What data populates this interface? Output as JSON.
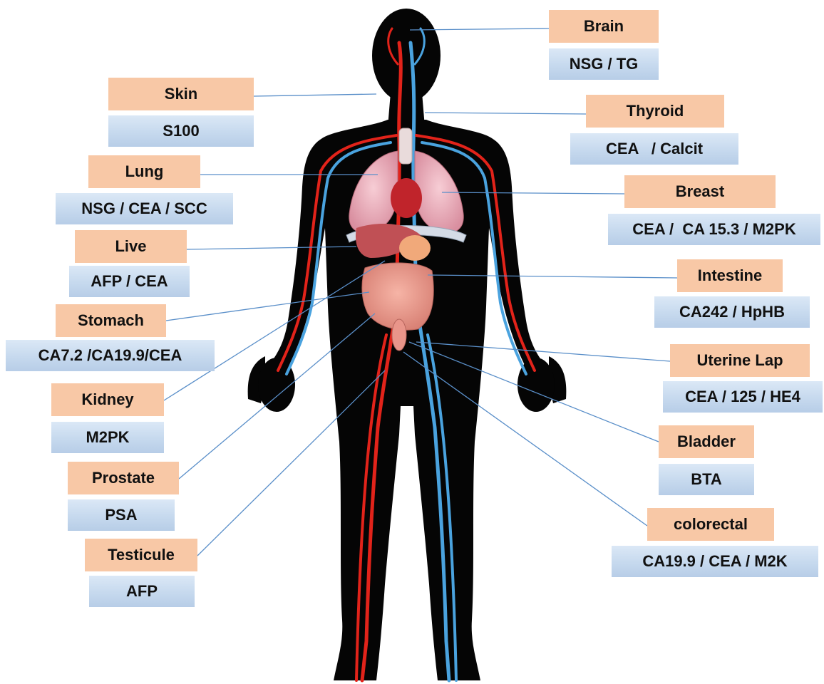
{
  "colors": {
    "organ_label_bg": "#f8c8a6",
    "marker_label_bg": "#c6d9ee",
    "leader_line": "#5a8fc9",
    "silhouette": "#050505",
    "artery": "#e2231a",
    "vein": "#4aa3df"
  },
  "labels": {
    "brain": {
      "organ": "Brain",
      "markers": "NSG / TG"
    },
    "skin": {
      "organ": "Skin",
      "markers": "S100"
    },
    "thyroid": {
      "organ": "Thyroid",
      "markers": "CEA   / Calcit"
    },
    "lung": {
      "organ": "Lung",
      "markers": "NSG / CEA / SCC"
    },
    "breast": {
      "organ": "Breast",
      "markers": "CEA /  CA 15.3 / M2PK"
    },
    "live": {
      "organ": "Live",
      "markers": "AFP / CEA"
    },
    "intestine": {
      "organ": "Intestine",
      "markers": "CA242 / HpHB"
    },
    "stomach": {
      "organ": "Stomach",
      "markers": "CA7.2 /CA19.9/CEA"
    },
    "uterine": {
      "organ": "Uterine Lap",
      "markers": "CEA / 125 / HE4"
    },
    "kidney": {
      "organ": "Kidney",
      "markers": "M2PK"
    },
    "bladder": {
      "organ": "Bladder",
      "markers": "BTA"
    },
    "prostate": {
      "organ": "Prostate",
      "markers": "PSA"
    },
    "colorectal": {
      "organ": "colorectal",
      "markers": "CA19.9 / CEA / M2K"
    },
    "testicule": {
      "organ": "Testicule",
      "markers": "AFP"
    }
  }
}
